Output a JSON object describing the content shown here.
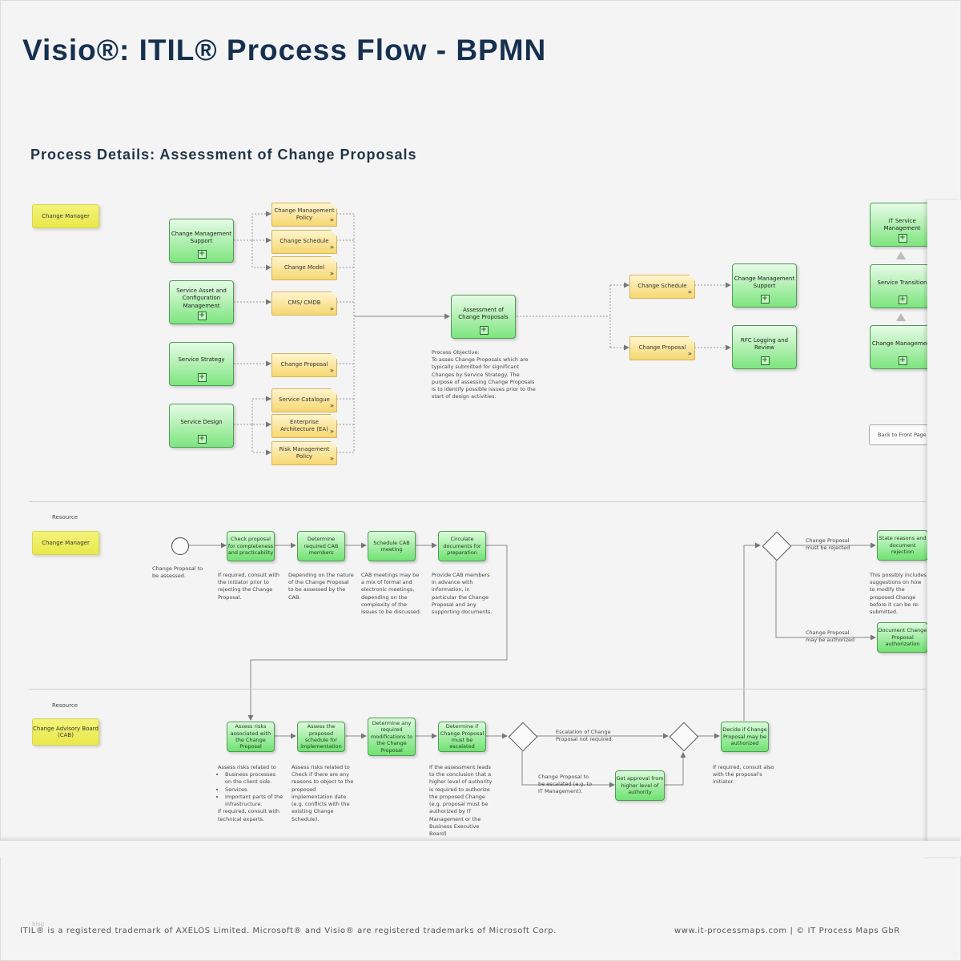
{
  "header": {
    "title": "Visio®: ITIL® Process Flow - BPMN",
    "subtitle": "Process Details: Assessment of Change Proposals"
  },
  "overview": {
    "role": "Change Manager",
    "inputs": [
      {
        "source": "Change Management Support",
        "docs": [
          "Change Management Policy",
          "Change Schedule",
          "Change Model"
        ]
      },
      {
        "source": "Service Asset and Configuration Management",
        "docs": [
          "CMS/ CMDB"
        ]
      },
      {
        "source": "Service Strategy",
        "docs": [
          "Change Proposal"
        ]
      },
      {
        "source": "Service Design",
        "docs": [
          "Service Catalogue",
          "Enterprise Architecture (EA)",
          "Risk Management Policy"
        ]
      }
    ],
    "central_process": "Assessment of Change Proposals",
    "objective": "Process Objective:\nTo asses Change Proposals which are typically submitted for significant Changes by Service Strategy. The purpose of assessing Change Proposals is to identify possible issues prior to the start of design activities.",
    "outputs": [
      {
        "doc": "Change Schedule",
        "target": "Change Management Support"
      },
      {
        "doc": "Change Proposal",
        "target": "RFC Logging and Review"
      }
    ],
    "hierarchy": [
      "IT Service Management",
      "Service Transition",
      "Change Management"
    ],
    "back_button": "Back to Front Page"
  },
  "lane1": {
    "resource_label": "Resource",
    "role": "Change Manager",
    "start_event_label": "Change Proposal to be assessed.",
    "tasks": [
      {
        "label": "Check proposal for completeness and practicability",
        "note": "If required, consult with the initiator prior to rejecting the Change Proposal."
      },
      {
        "label": "Determine required CAB members",
        "note": "Depending on the nature of the Change Proposal to be assessed by the CAB."
      },
      {
        "label": "Schedule CAB meeting",
        "note": "CAB meetings may be a mix of formal and electronic meetings, depending on the complexity of the issues to be discussed."
      },
      {
        "label": "Circulate documents for preparation",
        "note": "Provide CAB members in advance with information, in particular the Change Proposal and any supporting documents."
      }
    ],
    "gateway_reject_label": "Change Proposal must be rejected",
    "gateway_authorize_label": "Change Proposal may be authorized",
    "reject_task": "State reasons and document rejection",
    "reject_note": "This possibly includes suggestions on how to modify the proposed Change before it can be re-submitted.",
    "authorize_task": "Document Change Proposal authorization"
  },
  "lane2": {
    "resource_label": "Resource",
    "role": "Change Advisory Board (CAB)",
    "tasks": [
      {
        "label": "Assess risks associated with the Change Proposal"
      },
      {
        "label": "Assess the proposed schedule for implementation",
        "note": "Assess risks related to Check if there are any reasons to object to the proposed implementation date (e.g. conflicts with the existing Change Schedule)."
      },
      {
        "label": "Determine any required modifications to the Change Proposal"
      },
      {
        "label": "Determine if Change Proposal must be escalated",
        "note": "If the assessment leads to the conclusion that a higher level of authority is required to authorize the proposed Change (e.g. proposal must be authorized by IT Management or the Business Executive Board)"
      }
    ],
    "risk_note_intro": "Assess risks related to",
    "risk_note_items": [
      "Business processes on the client side.",
      "Services.",
      "Important parts of the infrastructure."
    ],
    "risk_note_outro": "If required, consult with technical experts.",
    "no_escalation_label": "Escalation of Change Proposal not required.",
    "escalation_label": "Change Proposal to be escalated (e.g. to IT Management).",
    "approval_task": "Get approval from higher level of authority",
    "decide_task": "Decide if Change Proposal may be authorized",
    "decide_note": "If required, consult also with the proposal's initiator."
  },
  "footer": {
    "tag": "blog",
    "left": "ITIL® is a registered trademark of AXELOS Limited. Microsoft® and Visio® are registered trademarks of Microsoft Corp.",
    "right": "www.it-processmaps.com | © IT Process Maps GbR"
  },
  "colors": {
    "title": "#16304f",
    "task_green": "#6fe271",
    "doc_yellow": "#f6d770",
    "role_yellow": "#e9e84a"
  }
}
